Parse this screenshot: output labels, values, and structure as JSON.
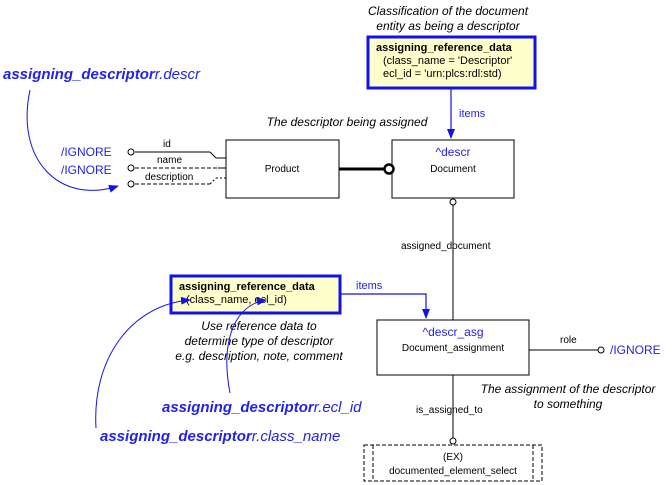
{
  "annotations": {
    "classification_line1": "Classification of the document",
    "classification_line2": "entity as being a descriptor",
    "descriptor_being_assigned": "The descriptor being assigned",
    "use_ref_line1": "Use reference data to",
    "use_ref_line2": "determine type of descriptor",
    "use_ref_line3": "e.g. description, note, comment",
    "assignment_line1": "The assignment of the descriptor",
    "assignment_line2": "to something"
  },
  "ref_box_top": {
    "title": "assigning_reference_data",
    "line1": "(class_name = 'Descriptor'",
    "line2": "ecl_id = 'urn:plcs:rdl:std)"
  },
  "ref_box_mid": {
    "title": "assigning_reference_data",
    "line1": "(class_name, ecl_id)"
  },
  "entities": {
    "product": {
      "name": "Product"
    },
    "document": {
      "tag": "^descr",
      "name": "Document"
    },
    "document_assignment": {
      "tag": "^descr_asg",
      "name": "Document_assignment"
    },
    "select": {
      "tag": "(EX)",
      "name": "documented_element_select"
    }
  },
  "attributes": {
    "id": "id",
    "name": "name",
    "description": "description",
    "assigned_document": "assigned_document",
    "role": "role",
    "is_assigned_to": "is_assigned_to",
    "items_top": "items",
    "items_mid": "items"
  },
  "ignore_labels": {
    "id": "/IGNORE",
    "name": "/IGNORE",
    "role": "/IGNORE"
  },
  "template_refs": {
    "descr": {
      "bold": "assigning_descriptor",
      "rest": "r.descr"
    },
    "ecl_id": {
      "bold": "assigning_descriptor",
      "rest": "r.ecl_id"
    },
    "class_name": {
      "bold": "assigning_descriptor",
      "rest": "r.class_name"
    }
  },
  "colors": {
    "reference_box_fill": "#ffffcc",
    "reference_border": "#1111ee",
    "blue_text": "#2222ee"
  }
}
